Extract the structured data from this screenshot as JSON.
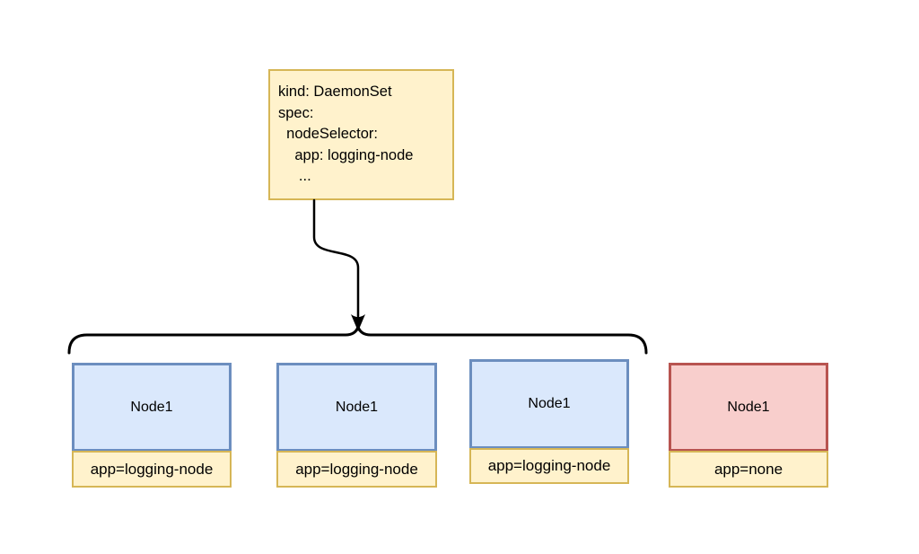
{
  "diagram": {
    "spec_box": {
      "lines": [
        "kind: DaemonSet",
        "spec:",
        "  nodeSelector:",
        "    app: logging-node",
        "     ..."
      ],
      "fill": "#FFF2CC",
      "border": "#D6B656",
      "text_color": "#000000"
    },
    "nodes": [
      {
        "name": "Node1",
        "selector_label": "app=logging-node",
        "fill": "#DAE8FC",
        "border": "#6C8EBF"
      },
      {
        "name": "Node1",
        "selector_label": "app=logging-node",
        "fill": "#DAE8FC",
        "border": "#6C8EBF"
      },
      {
        "name": "Node1",
        "selector_label": "app=logging-node",
        "fill": "#DAE8FC",
        "border": "#6C8EBF"
      },
      {
        "name": "Node1",
        "selector_label": "app=none",
        "fill": "#F8CECC",
        "border": "#B85450"
      }
    ],
    "selector_label_style": {
      "fill": "#FFF2CC",
      "border": "#D6B656"
    },
    "connector_color": "#000000"
  }
}
